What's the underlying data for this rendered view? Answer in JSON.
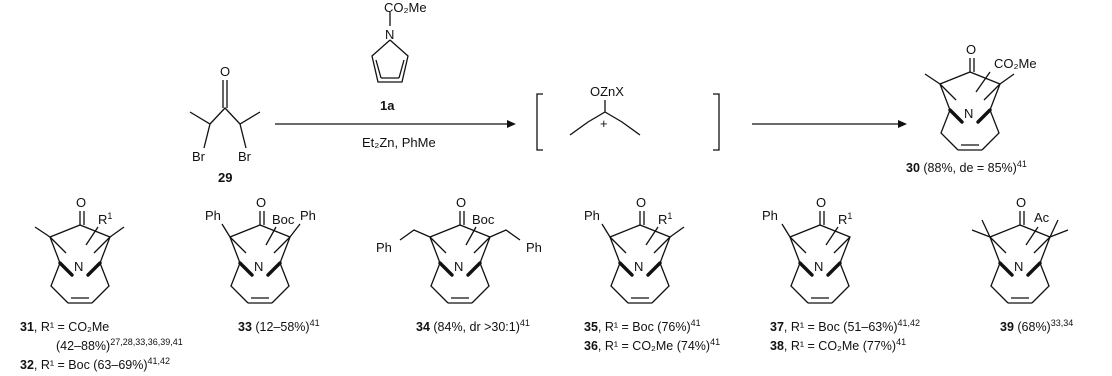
{
  "scheme": {
    "reagent": {
      "ester_label": "CO₂Me",
      "nitrogen": "N",
      "number": "1a",
      "conditions": "Et₂Zn, PhMe"
    },
    "substrate": {
      "oxygen": "O",
      "bromine": "Br",
      "number": "29"
    },
    "intermediate": {
      "group": "OZnX",
      "charge": "+"
    },
    "product": {
      "oxygen": "O",
      "ester_label": "CO₂Me",
      "nitrogen": "N",
      "number": "30",
      "yield_text": " (88%, de = 85%)",
      "ref": "41"
    }
  },
  "examples": [
    {
      "number": "31",
      "r_label": ", R¹ = CO₂Me",
      "yield_text": "(42–88%)",
      "ref": "27,28,33,36,39,41"
    },
    {
      "number": "32",
      "r_label": ", R¹ = Boc (63–69%)",
      "ref": "41,42"
    },
    {
      "number": "33",
      "yield_text": " (12–58%)",
      "ref": "41"
    },
    {
      "number": "34",
      "yield_text": " (84%, dr >30:1)",
      "ref": "41"
    },
    {
      "number": "35",
      "r_label": ", R¹ = Boc (76%)",
      "ref": "41"
    },
    {
      "number": "36",
      "r_label": ", R¹ = CO₂Me (74%)",
      "ref": "41"
    },
    {
      "number": "37",
      "r_label": ", R¹ = Boc (51–63%)",
      "ref": "41,42"
    },
    {
      "number": "38",
      "r_label": ", R¹ = CO₂Me (77%)",
      "ref": "41"
    },
    {
      "number": "39",
      "yield_text": " (68%)",
      "ref": "33,34"
    }
  ],
  "atoms": {
    "O": "O",
    "N": "N",
    "R1": "R",
    "R1_sup": "1",
    "Boc": "Boc",
    "Ph": "Ph",
    "Ac": "Ac"
  }
}
